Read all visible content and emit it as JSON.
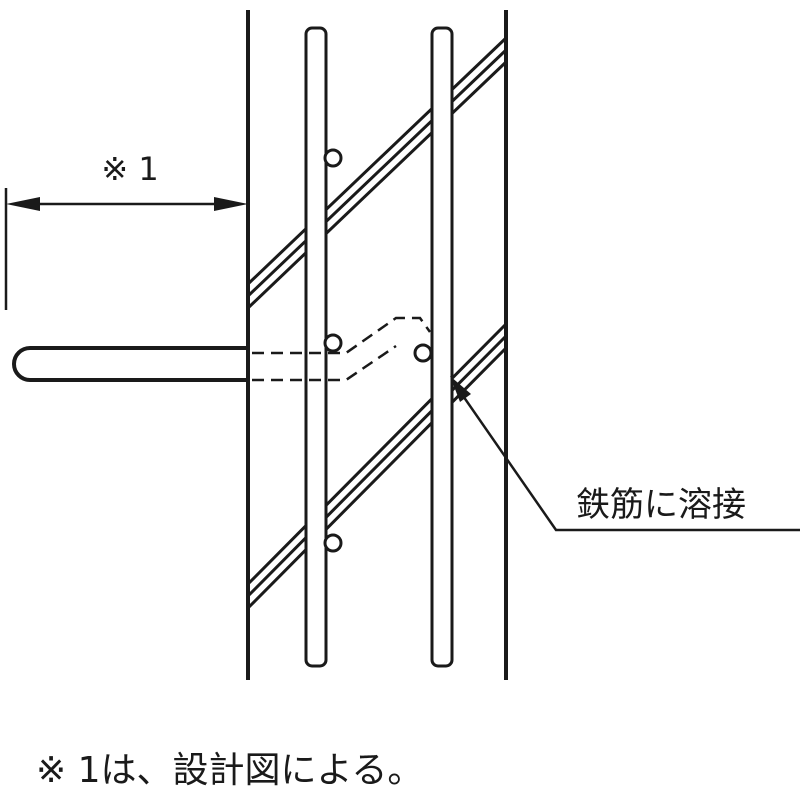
{
  "diagram": {
    "dimension_label": "※ 1",
    "callout_label": "鉄筋に溶接",
    "footnote": "※ 1は、設計図による。"
  },
  "colors": {
    "ink": "#1a1a1a",
    "background": "#ffffff"
  }
}
